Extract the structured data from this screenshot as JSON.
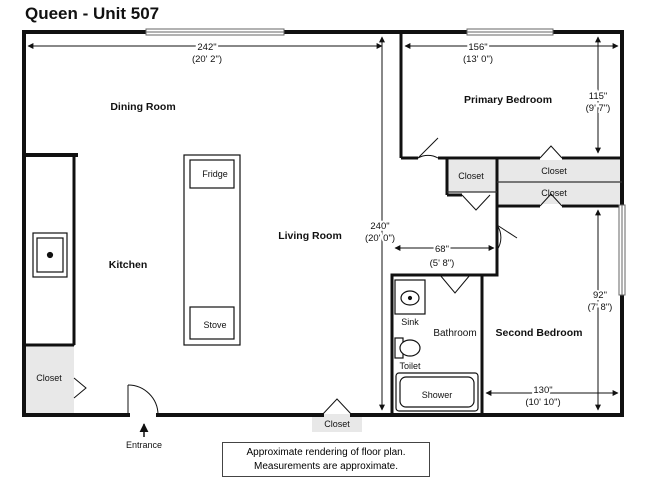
{
  "title": "Queen - Unit 507",
  "rooms": {
    "dining_room": "Dining Room",
    "living_room": "Living Room",
    "kitchen": "Kitchen",
    "primary_bedroom": "Primary Bedroom",
    "second_bedroom": "Second Bedroom",
    "bathroom": "Bathroom"
  },
  "fixtures": {
    "fridge": "Fridge",
    "stove": "Stove",
    "sink": "Sink",
    "toilet": "Toilet",
    "shower": "Shower",
    "closet_kitchen": "Closet",
    "closet_entry": "Closet",
    "closet_bath": "Closet",
    "closet_primary": "Closet",
    "closet_second": "Closet"
  },
  "dimensions": {
    "main_width_in": "242\"",
    "main_width_ft": "(20' 2\")",
    "main_depth_in": "240\"",
    "main_depth_ft": "(20' 0\")",
    "primary_width_in": "156\"",
    "primary_width_ft": "(13' 0\")",
    "primary_depth_in": "115\"",
    "primary_depth_ft": "(9' 7\")",
    "hall_width_in": "68\"",
    "hall_width_ft": "(5' 8\")",
    "second_depth_in": "92\"",
    "second_depth_ft": "(7' 8\")",
    "second_width_in": "130\"",
    "second_width_ft": "(10' 10\")"
  },
  "entrance": "Entrance",
  "note": {
    "line1": "Approximate rendering of floor plan.",
    "line2": "Measurements are approximate."
  },
  "colors": {
    "wall": "#111111",
    "closet_fill": "#e8e8e8",
    "window": "#bbbbbb"
  }
}
